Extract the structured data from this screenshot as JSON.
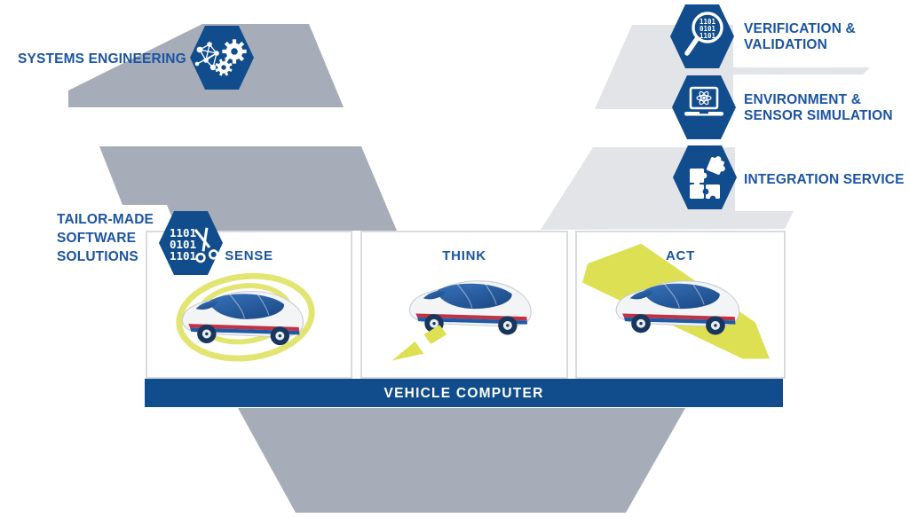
{
  "labels": {
    "systems_engineering": "SYSTEMS ENGINEERING",
    "tailor_made": {
      "line1": "TAILOR-MADE",
      "line2": "SOFTWARE",
      "line3": "SOLUTIONS"
    },
    "verification": {
      "line1": "VERIFICATION &",
      "line2": "VALIDATION"
    },
    "environment": {
      "line1": "ENVIRONMENT &",
      "line2": "SENSOR SIMULATION"
    },
    "integration": "INTEGRATION SERVICE",
    "vehicle_computer": "VEHICLE COMPUTER"
  },
  "panels": {
    "sense": "SENSE",
    "think": "THINK",
    "act": "ACT"
  },
  "hexagon_icons": {
    "systems_engineering": "network-and-gears-icon",
    "tailor_made": "binary-code-scissors-icon",
    "verification": "magnifier-binary-icon",
    "environment": "laptop-atom-icon",
    "integration": "puzzle-pieces-icon"
  },
  "binary_text": {
    "tailor": {
      "line1": "1101",
      "line2": "0101",
      "line3": "1101"
    },
    "verification": {
      "line1": "1101",
      "line2": "0101",
      "line3": "1101"
    }
  },
  "colors": {
    "brand_blue": "#114d8c",
    "label_blue": "#1c55a0",
    "left_band_gray": "#a6adb9",
    "right_band_gray": "#e2e4e8",
    "panel_border_gray": "#d9dbdf",
    "accent_yellow_green": "#dde158",
    "car_red": "#c03246",
    "car_glass_blue": "#2e68b0",
    "car_stripe_blue": "#1f5ba5"
  }
}
